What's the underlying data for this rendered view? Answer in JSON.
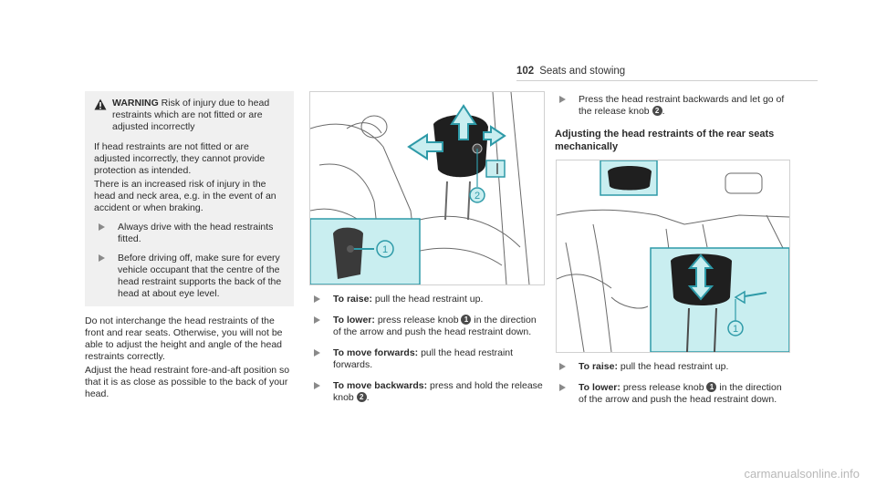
{
  "header": {
    "page_number": "102",
    "section": "Seats and stowing"
  },
  "warning": {
    "label": "WARNING",
    "title": "Risk of injury due to head restraints which are not fitted or are adjusted incorrectly",
    "p1": "If head restraints are not fitted or are adjusted incorrectly, they cannot provide protection as intended.",
    "p2": "There is an increased risk of injury in the head and neck area, e.g. in the event of an accident or when braking.",
    "bullet1": "Always drive with the head restraints fitted.",
    "bullet2": "Before driving off, make sure for every vehicle occupant that the centre of the head restraint supports the back of the head at about eye level."
  },
  "left_text": {
    "p1": "Do not interchange the head restraints of the front and rear seats. Otherwise, you will not be able to adjust the height and angle of the head restraints correctly.",
    "p2": "Adjust the head restraint fore-and-aft position so that it is as close as possible to the back of your head."
  },
  "middle": {
    "step1_label": "To raise:",
    "step1_text": "pull the head restraint up.",
    "step2_label": "To lower:",
    "step2_text_a": "press release knob",
    "step2_num": "1",
    "step2_text_b": "in the direction of the arrow and push the head restraint down.",
    "step3_label": "To move forwards:",
    "step3_text": "pull the head restraint forwards.",
    "step4_label": "To move backwards:",
    "step4_text_a": "press and hold the release knob",
    "step4_num": "2",
    "step4_text_b": "."
  },
  "image1": {
    "callout1": "1",
    "callout2": "2"
  },
  "right": {
    "step1_text_a": "Press the head restraint backwards and let go of the release knob",
    "step1_num": "2",
    "step1_text_b": ".",
    "heading": "Adjusting the head restraints of the rear seats mechanically",
    "step2_label": "To raise:",
    "step2_text": "pull the head restraint up.",
    "step3_label": "To lower:",
    "step3_text_a": "press release knob",
    "step3_num": "1",
    "step3_text_b": "in the direction of the arrow and push the head restraint down."
  },
  "image2": {
    "callout1": "1"
  },
  "footer": {
    "watermark": "carmanualsonline.info"
  },
  "colors": {
    "accent": "#2e9aa8",
    "highlight": "#c9eef0",
    "bullet": "#8a8a8a",
    "box": "#f0f0f0"
  }
}
